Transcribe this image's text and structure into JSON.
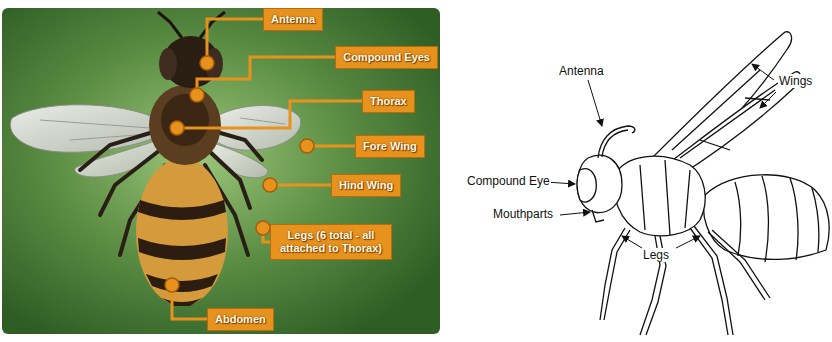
{
  "diagram": {
    "nodes": [
      {
        "text": [
          "Antenna"
        ]
      },
      {
        "text": [
          "Compound Eyes"
        ]
      },
      {
        "text": [
          "Thorax"
        ]
      },
      {
        "text": [
          "Fore Wing"
        ]
      },
      {
        "text": [
          "Hind Wing"
        ]
      },
      {
        "text": [
          "Legs (6 total - all attached to Thorax)"
        ]
      },
      {
        "text": [
          "Abdomen"
        ]
      }
    ],
    "labels": [
      "Antenna",
      "Wings",
      "Compound Eye",
      "Mouthparts",
      "Legs"
    ]
  }
}
